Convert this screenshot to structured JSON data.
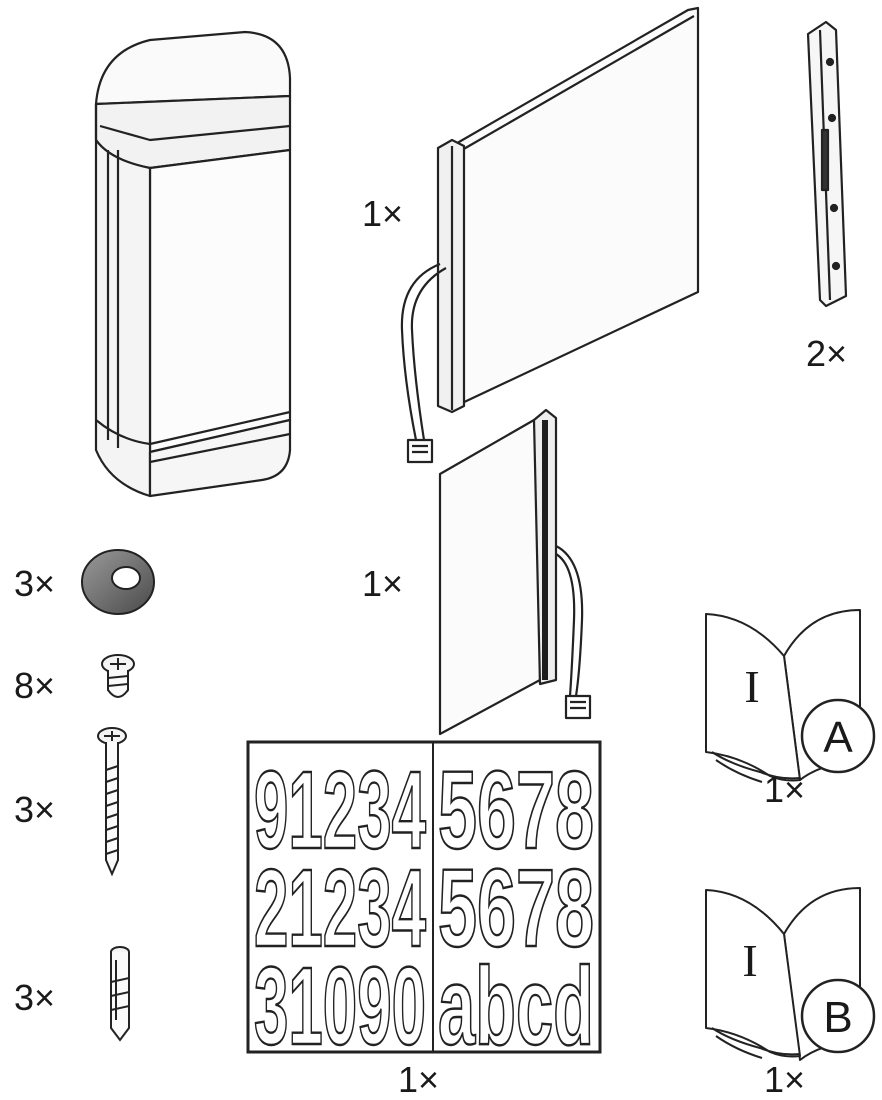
{
  "parts": {
    "housing": {
      "icon": "housing-icon"
    },
    "panel_large": {
      "qty": "1×",
      "icon": "panel-with-cable-icon"
    },
    "rail": {
      "qty": "2×",
      "icon": "mounting-rail-icon"
    },
    "panel_small": {
      "qty": "1×",
      "icon": "panel-with-cable-icon"
    },
    "ring": {
      "qty": "3×",
      "icon": "rubber-ring-icon"
    },
    "short_screw": {
      "qty": "8×",
      "icon": "short-screw-icon"
    },
    "long_screw": {
      "qty": "3×",
      "icon": "long-screw-icon"
    },
    "dowel": {
      "qty": "3×",
      "icon": "wall-plug-icon"
    },
    "number_sheet": {
      "qty": "1×",
      "icon": "number-sticker-sheet-icon",
      "left_rows": [
        "91234",
        "21234",
        "31090"
      ],
      "right_rows": [
        "5678",
        "5678",
        "abcd"
      ]
    },
    "manual_a": {
      "qty": "1×",
      "page_letter": "I",
      "badge": "A",
      "icon": "manual-icon"
    },
    "manual_b": {
      "qty": "1×",
      "page_letter": "I",
      "badge": "B",
      "icon": "manual-icon"
    }
  }
}
